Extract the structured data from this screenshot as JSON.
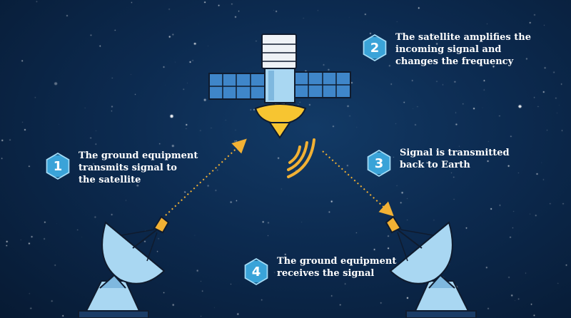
{
  "steps": [
    {
      "num": "1",
      "text": "The ground equipment\ntransmits signal to\nthe satellite"
    },
    {
      "num": "2",
      "text": "The satellite amplifies the\nincoming signal and\nchanges the frequency"
    },
    {
      "num": "3",
      "text": "Signal is transmitted\nback to Earth"
    },
    {
      "num": "4",
      "text": "The ground equipment\nreceives the signal"
    }
  ],
  "colors": {
    "hex_fill": "#3aa3d8",
    "arrow": "#f2b134",
    "dish": "#a9d7f2",
    "dish_frame": "#0f1b2e",
    "panel": "#3f86c9",
    "feed": "#f7c531"
  }
}
